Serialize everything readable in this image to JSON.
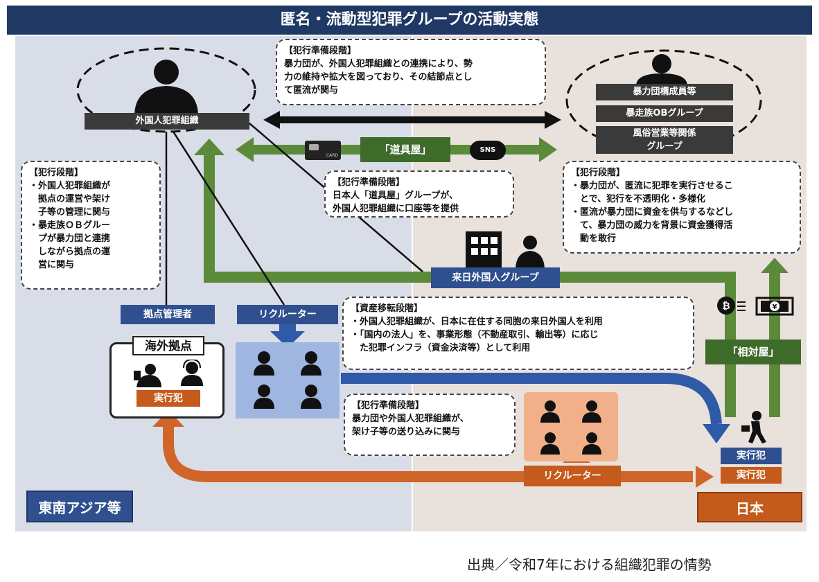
{
  "title": "匿名・流動型犯罪グループの活動実態",
  "left_region": "東南アジア等",
  "right_region": "日本",
  "groups": {
    "foreign_org": "外国人犯罪組織",
    "yakuza": [
      "暴力団構成員等",
      "暴走族OBグループ",
      "風俗営業等関係",
      "グループ"
    ],
    "dougu_ya": "「道具屋」",
    "sns": "SNS",
    "card": "CARD",
    "rainichi": "来日外国人グループ",
    "sotai_ya": "「相対屋」",
    "kyoten_kanri": "拠点管理者",
    "recruiter_top": "リクルーター",
    "recruiter_bottom": "リクルーター",
    "kaigai_kyoten": "海外拠点",
    "jikkouhan_overseas": "実行犯",
    "jikkouhan_japan_1": "実行犯",
    "jikkouhan_japan_2": "実行犯"
  },
  "callouts": {
    "prep_top": {
      "head": "【犯行準備段階】",
      "lines": [
        "暴力団が、外国人犯罪組織との連携により、勢",
        "力の維持や拡大を図っており、その結節点とし",
        "て匿流が関与"
      ]
    },
    "crime_left": {
      "head": "【犯行段階】",
      "lines": [
        "・外国人犯罪組織が",
        "　拠点の運営や架け",
        "　子等の管理に関与",
        "・暴走族ＯＢグルー",
        "　プが暴力団と連携",
        "　しながら拠点の運",
        "　営に関与"
      ]
    },
    "prep_middle": {
      "head": "【犯行準備段階】",
      "lines": [
        "日本人「道具屋」グループが、",
        "外国人犯罪組織に口座等を提供"
      ]
    },
    "crime_right": {
      "head": "【犯行段階】",
      "lines": [
        "・暴力団が、匿流に犯罪を実行させるこ",
        "　とで、犯行を不透明化・多様化",
        "・匿流が暴力団に資金を供与するなどし",
        "　て、暴力団の威力を背景に資金獲得活",
        "　動を敢行"
      ]
    },
    "asset": {
      "head": "【資産移転段階】",
      "lines": [
        "・外国人犯罪組織が、日本に在住する同胞の来日外国人を利用",
        "・「国内の法人」を、事業形態（不動産取引、輸出等）に応じ",
        "　た犯罪インフラ（資金決済等）として利用"
      ]
    },
    "prep_bottom": {
      "head": "【犯行準備段階】",
      "lines": [
        "暴力団や外国人犯罪組織が、",
        "架け子等の送り込みに関与"
      ]
    }
  },
  "source": "出典／令和7年における組織犯罪の情勢",
  "colors": {
    "navy": "#1f3864",
    "green": "#5a8a3a",
    "blue": "#2e5aa8",
    "orange": "#d0652a",
    "dark": "#3a3a3a"
  }
}
